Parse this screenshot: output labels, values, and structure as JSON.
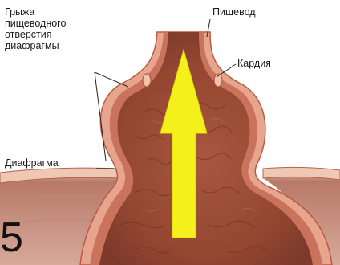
{
  "labels": {
    "hernia": [
      "Грыжа",
      "пищеводного",
      "отверстия",
      "диафрагмы"
    ],
    "esophagus": "Пищевод",
    "cardia": "Кардия",
    "diaphragm": "Диафрагма"
  },
  "figure_number": "5",
  "colors": {
    "wall_outer": "#e8a58e",
    "wall_inner": "#c9735c",
    "cavity": "#9c4e3c",
    "cavity_dark": "#7d3a2b",
    "diaphragm_top": "#e9b7a0",
    "diaphragm_body": "#c99486",
    "arrow": "#f4f01c",
    "leader_lines": "#222222"
  },
  "icons": {
    "arrow": "up-arrow-icon"
  }
}
